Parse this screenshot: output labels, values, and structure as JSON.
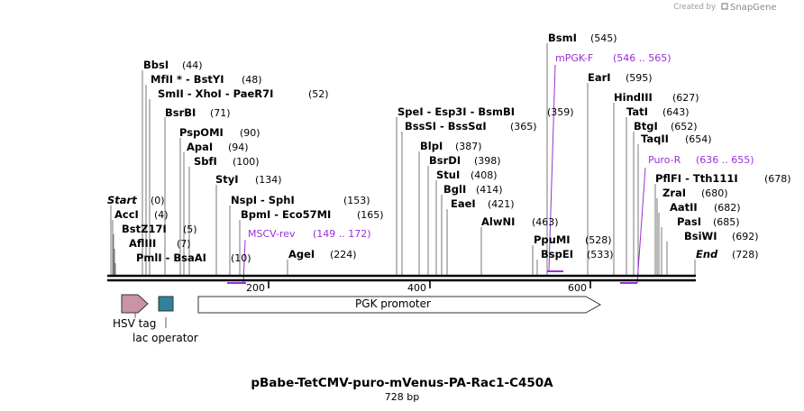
{
  "credit": {
    "text": "Created by",
    "brand": "SnapGene"
  },
  "title": "pBabe-TetCMV-puro-mVenus-PA-Rac1-C450A",
  "length_label": "728 bp",
  "ticks": [
    "200",
    "400",
    "600"
  ],
  "enzymes": [
    {
      "name": "Start",
      "pos": "(0)"
    },
    {
      "name": "AccI",
      "pos": "(4)"
    },
    {
      "name": "BstZ17I",
      "pos": "(5)"
    },
    {
      "name": "AflIII",
      "pos": "(7)"
    },
    {
      "name": "PmlI  -  BsaAI",
      "pos": "(10)"
    },
    {
      "name": "BbsI",
      "pos": "(44)"
    },
    {
      "name": "MfII * - BstYI",
      "pos": "(48)"
    },
    {
      "name": "SmII  -  XhoI  -  PaeR7I",
      "pos": "(52)"
    },
    {
      "name": "BsrBI",
      "pos": "(71)"
    },
    {
      "name": "PspOMI",
      "pos": "(90)"
    },
    {
      "name": "ApaI",
      "pos": "(94)"
    },
    {
      "name": "SbfI",
      "pos": "(100)"
    },
    {
      "name": "StyI",
      "pos": "(134)"
    },
    {
      "name": "NspI  -  SphI",
      "pos": "(153)"
    },
    {
      "name": "BpmI  -  Eco57MI",
      "pos": "(165)"
    },
    {
      "name": "AgeI",
      "pos": "(224)"
    },
    {
      "name": "SpeI  -  Esp3I  -  BsmBI",
      "pos": "(359)"
    },
    {
      "name": "BssSI  -  BssSαI",
      "pos": "(365)"
    },
    {
      "name": "BlpI",
      "pos": "(387)"
    },
    {
      "name": "BsrDI",
      "pos": "(398)"
    },
    {
      "name": "StuI",
      "pos": "(408)"
    },
    {
      "name": "BglI",
      "pos": "(414)"
    },
    {
      "name": "EaeI",
      "pos": "(421)"
    },
    {
      "name": "AlwNI",
      "pos": "(463)"
    },
    {
      "name": "BsmI",
      "pos": "(545)"
    },
    {
      "name": "PpuMI",
      "pos": "(528)"
    },
    {
      "name": "BspEI",
      "pos": "(533)"
    },
    {
      "name": "EarI",
      "pos": "(595)"
    },
    {
      "name": "HindIII",
      "pos": "(627)"
    },
    {
      "name": "TatI",
      "pos": "(643)"
    },
    {
      "name": "BtgI",
      "pos": "(652)"
    },
    {
      "name": "TaqII",
      "pos": "(654)"
    },
    {
      "name": "PflFI  -  Tth111I",
      "pos": "(678)"
    },
    {
      "name": "ZraI",
      "pos": "(680)"
    },
    {
      "name": "AatII",
      "pos": "(682)"
    },
    {
      "name": "PasI",
      "pos": "(685)"
    },
    {
      "name": "BsiWI",
      "pos": "(692)"
    },
    {
      "name": "End",
      "pos": "(728)"
    }
  ],
  "primers": [
    {
      "name": "mPGK-F",
      "range": "(546 .. 565)"
    },
    {
      "name": "Puro-R",
      "range": "(636 .. 655)"
    },
    {
      "name": "MSCV-rev",
      "range": "(149 .. 172)"
    }
  ],
  "features": [
    {
      "name": "HSV tag",
      "color": "#c993a8"
    },
    {
      "name": "lac operator",
      "color": "#2e8299"
    },
    {
      "name": "PGK promoter",
      "color": "#ffffff"
    }
  ],
  "colors": {
    "primer": "#9a2fd6",
    "backbone": "#000000"
  }
}
